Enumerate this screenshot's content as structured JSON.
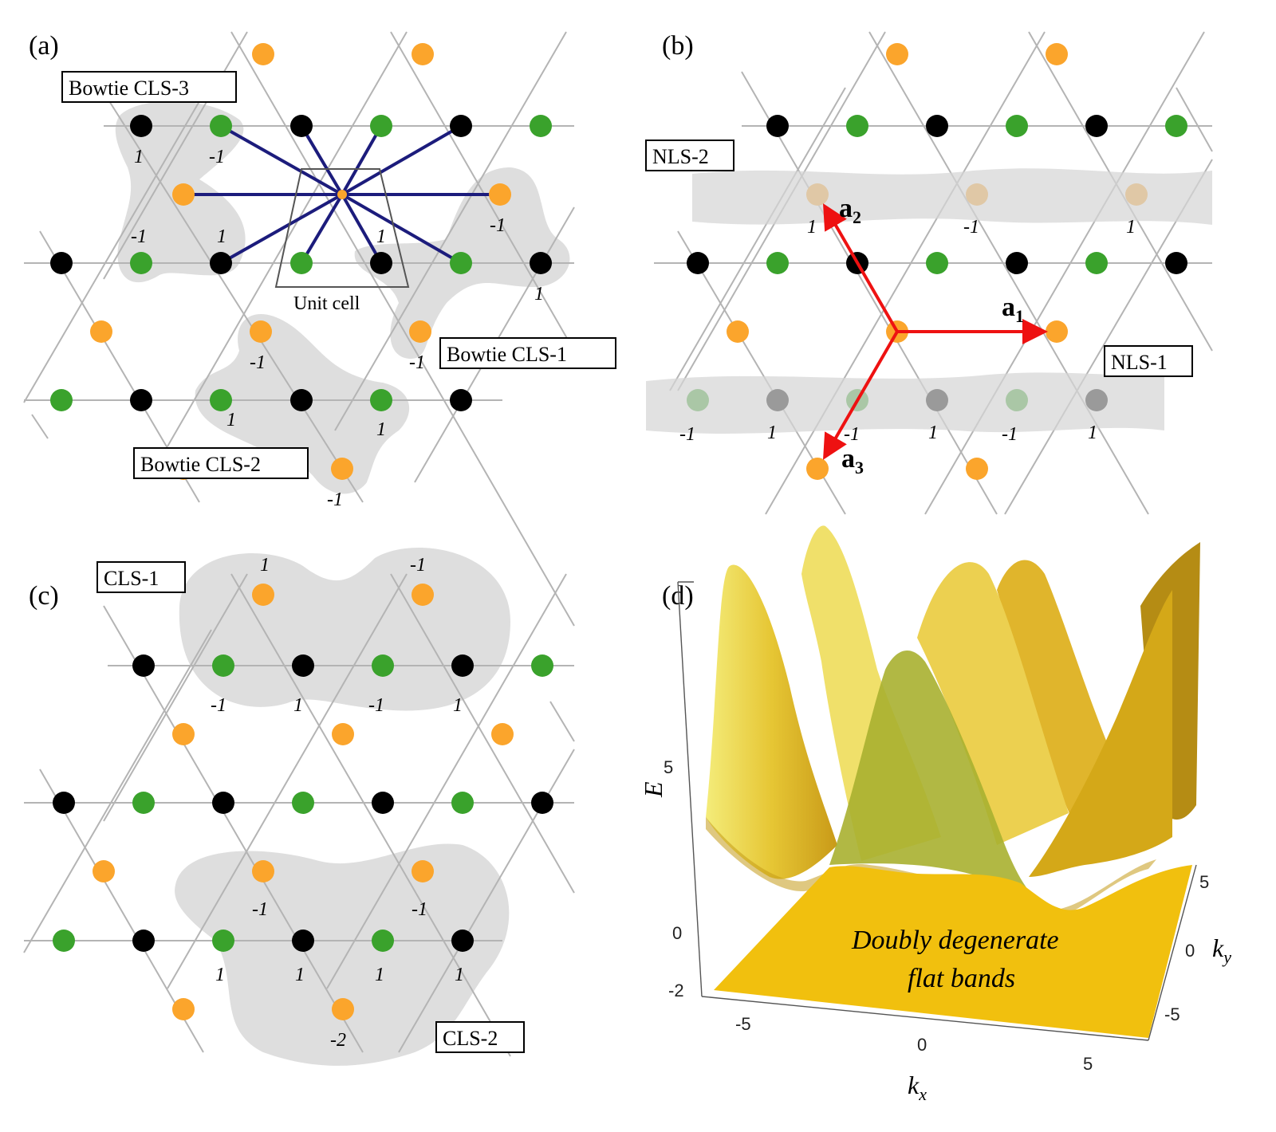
{
  "panels": {
    "a": {
      "label": "(a)",
      "boxes": [
        "Bowtie CLS-3",
        "Bowtie CLS-1",
        "Bowtie CLS-2"
      ],
      "unit_cell": "Unit cell",
      "amps": [
        "1",
        "-1",
        "-1",
        "1",
        "1",
        "-1",
        "1",
        "-1",
        "-1",
        "1",
        "1",
        "-1"
      ]
    },
    "b": {
      "label": "(b)",
      "boxes": [
        "NLS-2",
        "NLS-1"
      ],
      "vectors": {
        "a1": "a",
        "a1_sub": "1",
        "a2": "a",
        "a2_sub": "2",
        "a3": "a",
        "a3_sub": "3"
      },
      "amps": [
        "1",
        "-1",
        "1",
        "-1",
        "1",
        "-1",
        "1",
        "-1",
        "1"
      ]
    },
    "c": {
      "label": "(c)",
      "boxes": [
        "CLS-1",
        "CLS-2"
      ],
      "amps": [
        "1",
        "-1",
        "-1",
        "1",
        "-1",
        "1",
        "-1",
        "-1",
        "1",
        "1",
        "1",
        "1",
        "-2"
      ]
    },
    "d": {
      "label": "(d)",
      "zlabel": "E",
      "xlabel": "k",
      "xlabel_sub": "x",
      "ylabel": "k",
      "ylabel_sub": "y",
      "zticks": [
        "5",
        "0",
        "-2"
      ],
      "xticks": [
        "-5",
        "0",
        "5"
      ],
      "yticks": [
        "5",
        "0",
        "-5"
      ],
      "annotation_line1": "Doubly degenerate",
      "annotation_line2": "flat bands"
    }
  },
  "colors": {
    "site_orange": "#fba52c",
    "site_green": "#3aa22c",
    "site_black": "#000000",
    "bond": "#b4b4b4",
    "blob": "#dedede",
    "hopping": "#1c1c7c",
    "vector": "#ee1111",
    "surface": "#e8c830",
    "flat": "#f1c00e"
  }
}
